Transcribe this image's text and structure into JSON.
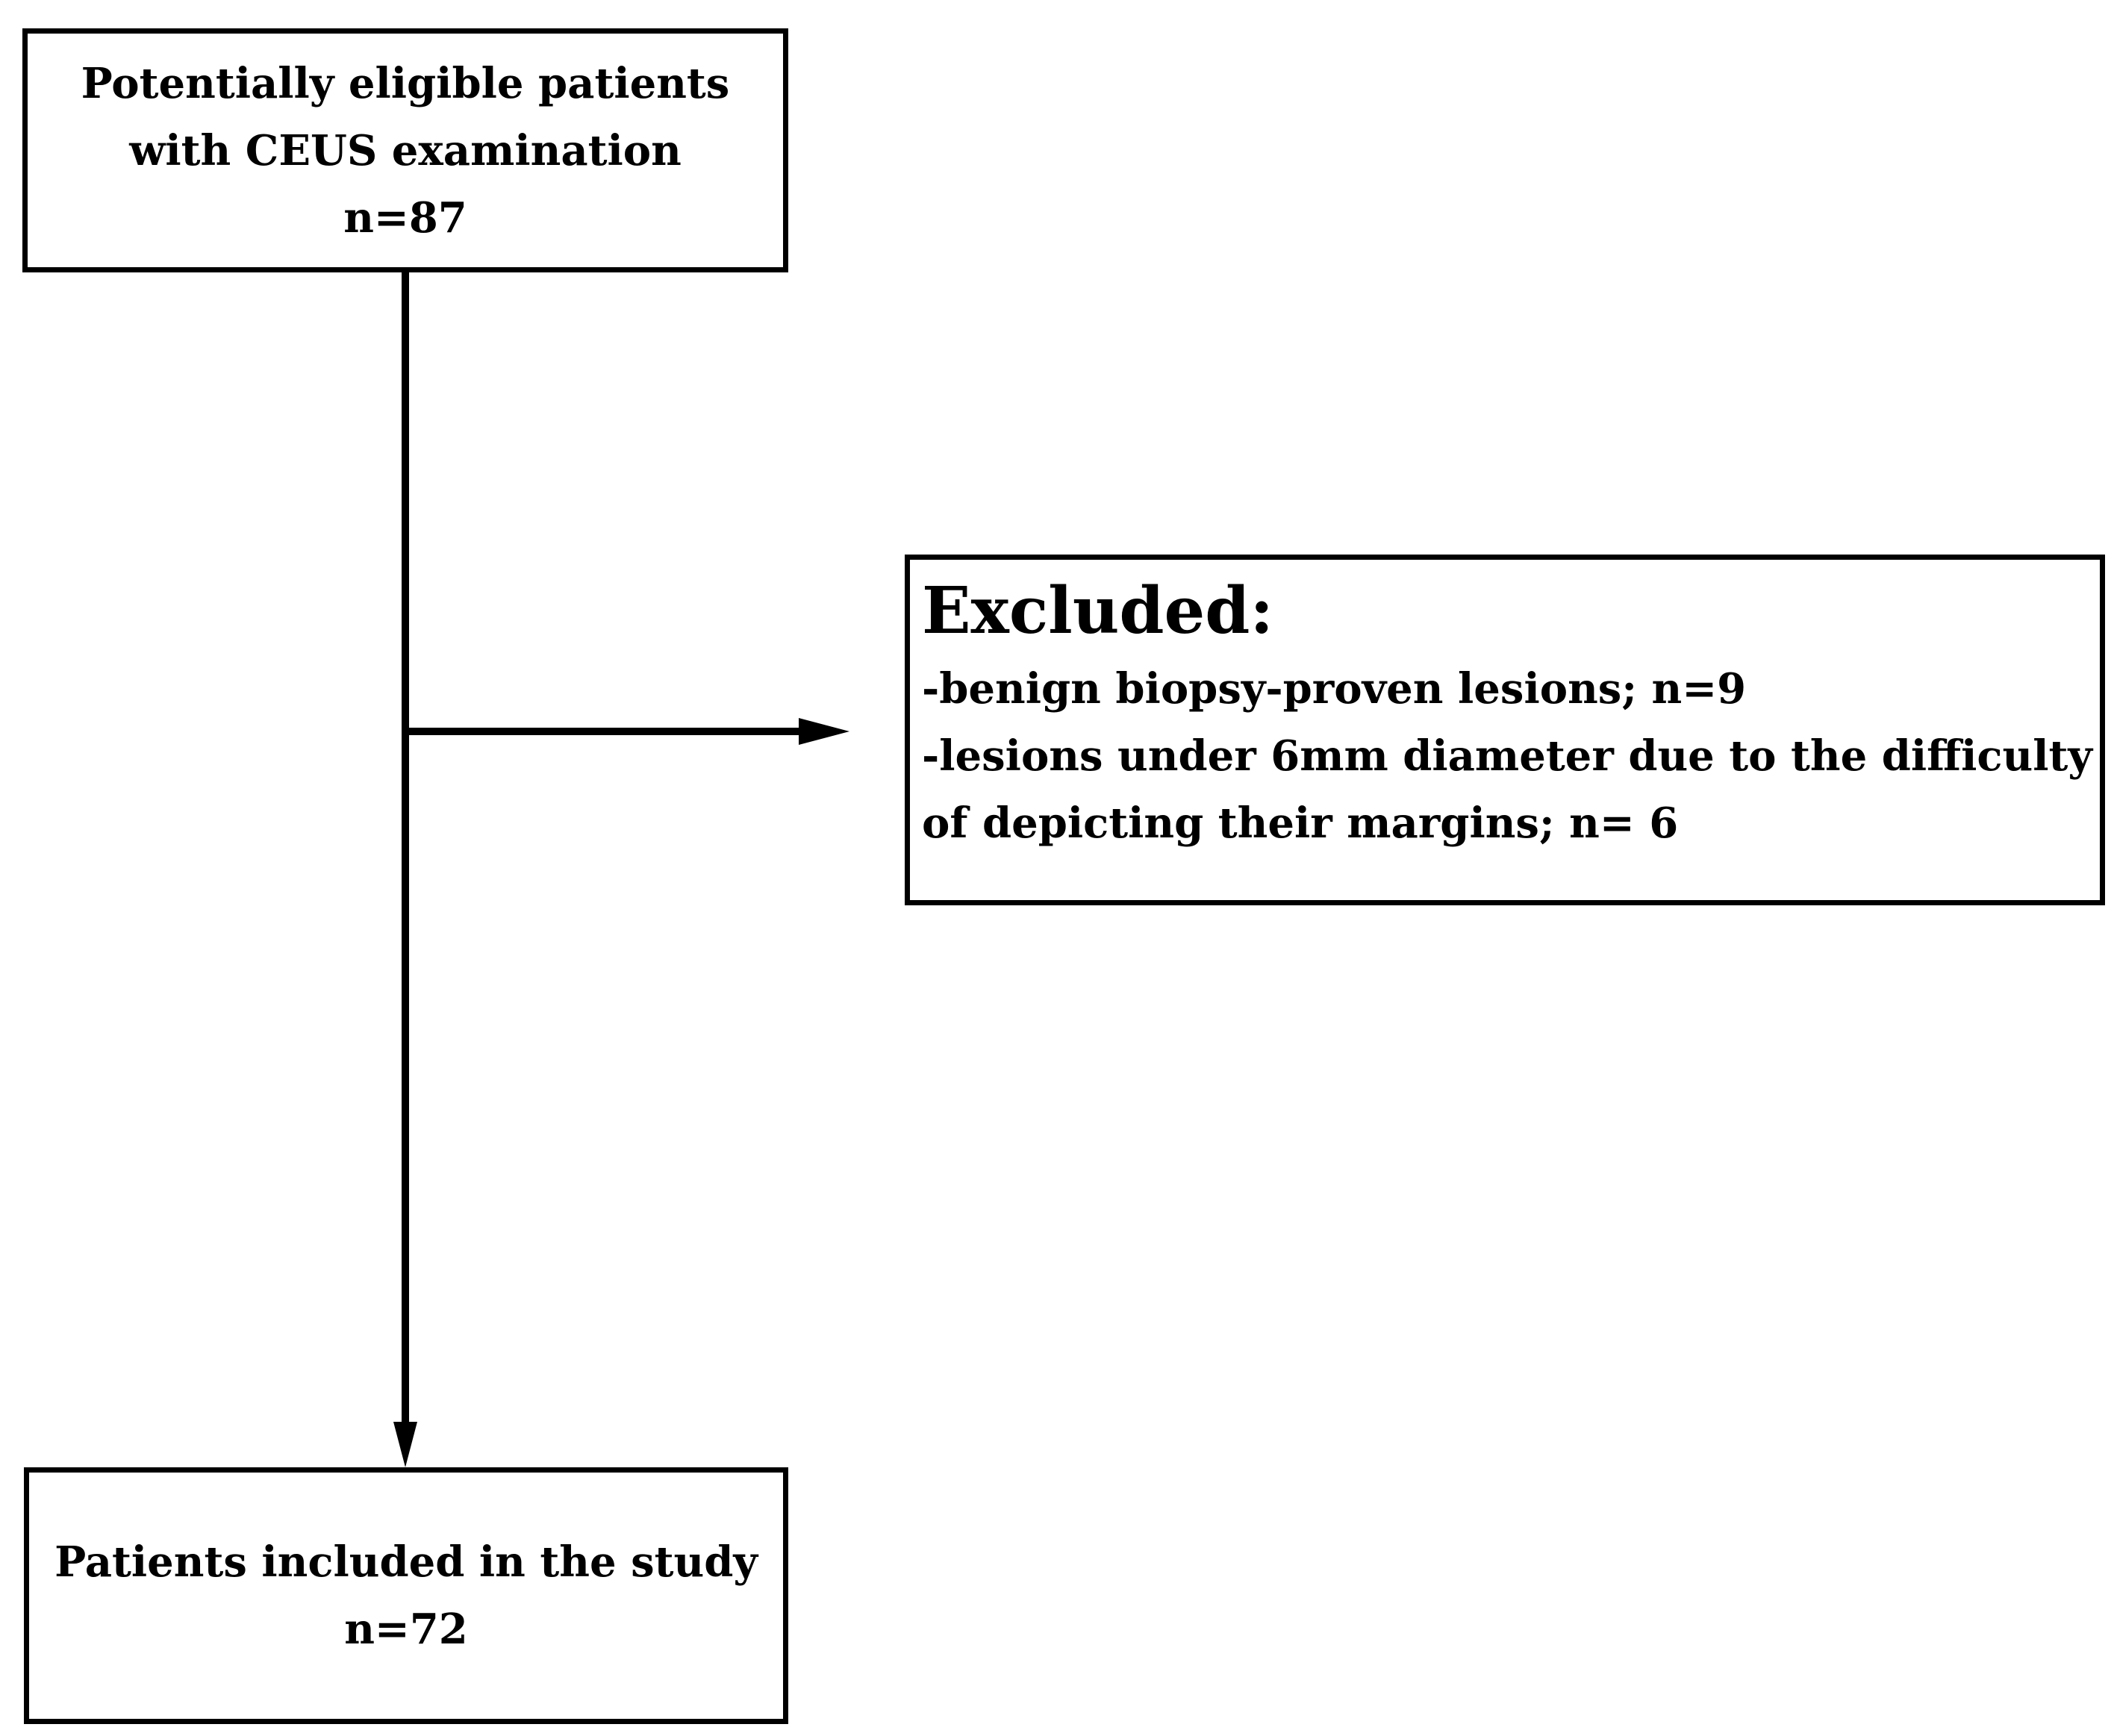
{
  "nodes": {
    "eligible": {
      "lines": [
        "Potentially eligible patients",
        "with CEUS examination",
        "n=87"
      ]
    },
    "excluded": {
      "title": "Excluded:",
      "items": [
        "-benign biopsy-proven lesions; n=9",
        "-lesions under 6mm diameter due to the difficulty",
        "of depicting their margins; n= 6"
      ]
    },
    "included": {
      "lines": [
        "Patients included in the study",
        "n=72"
      ]
    }
  },
  "edges": [
    {
      "from": "eligible",
      "to": "excluded"
    },
    {
      "from": "eligible",
      "to": "included"
    }
  ],
  "colors": {
    "stroke": "#000000",
    "background": "#ffffff"
  }
}
